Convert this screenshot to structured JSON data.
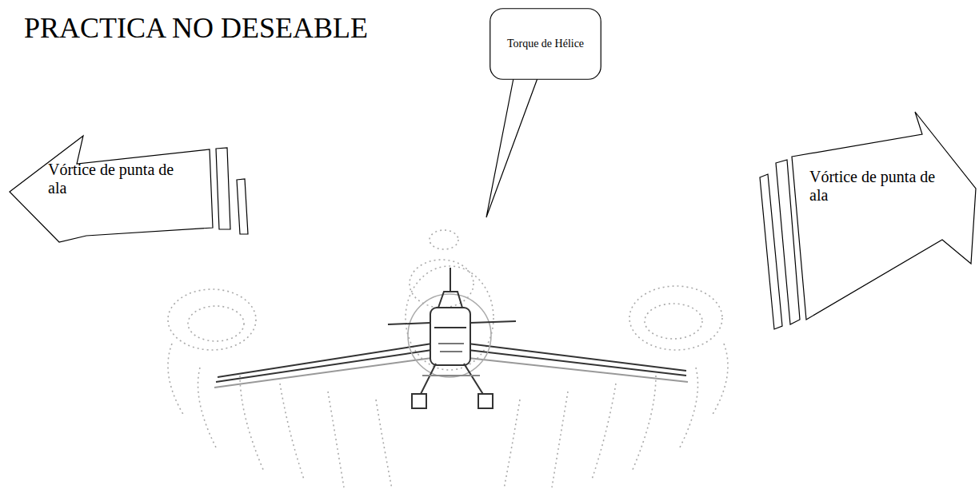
{
  "diagram": {
    "title": "PRACTICA NO DESEABLE",
    "nodes": [
      {
        "text": [
          "Torque de Hélice"
        ]
      },
      {
        "text": [
          "Vórtice de punta de ala"
        ]
      },
      {
        "text": [
          "Vórtice de punta de ala"
        ]
      }
    ]
  }
}
